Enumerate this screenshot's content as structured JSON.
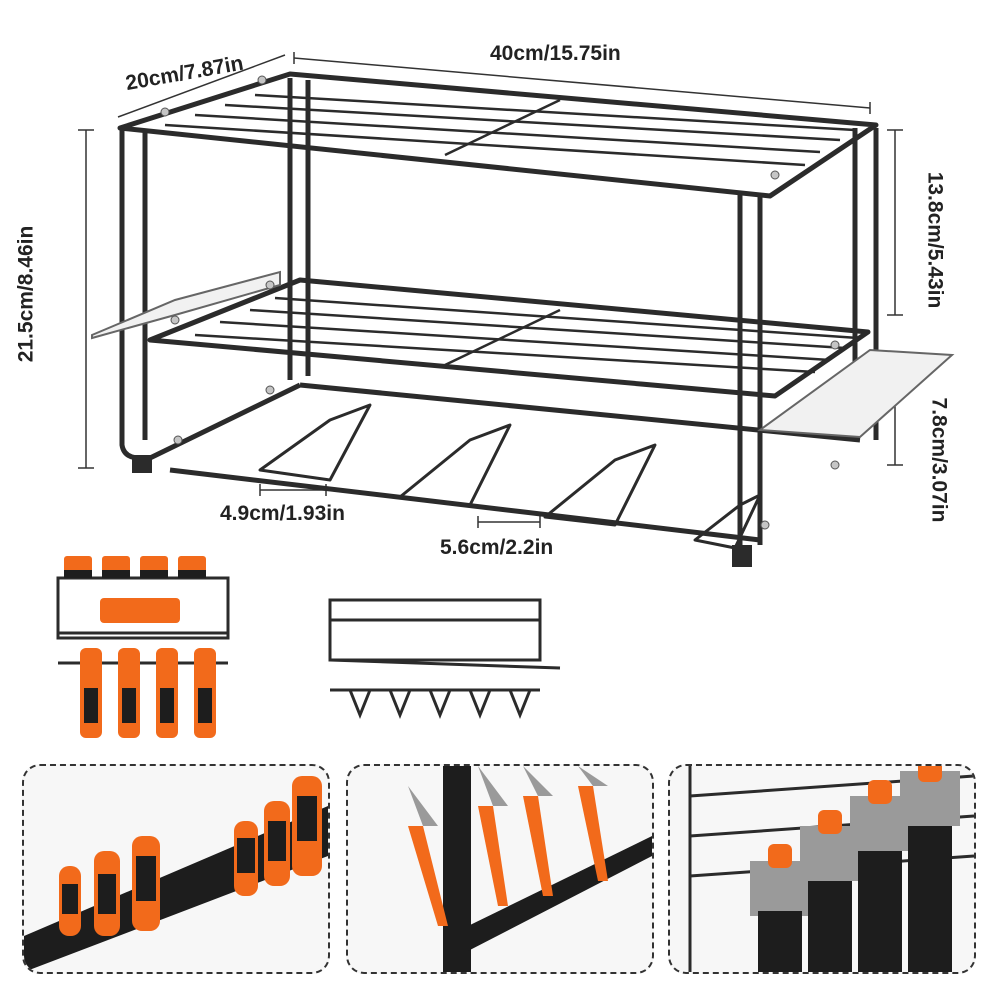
{
  "dimensions": {
    "depth": "20cm/7.87in",
    "width": "40cm/15.75in",
    "total_height": "21.5cm/8.46in",
    "top_height": "13.8cm/5.43in",
    "bottom_height": "7.8cm/3.07in",
    "slot_width": "4.9cm/1.93in",
    "slot_gap": "5.6cm/2.2in"
  },
  "colors": {
    "frame": "#2b2b2b",
    "accent": "#f26a1b",
    "tool_black": "#1d1d1d",
    "metal": "#9a9a9a"
  }
}
